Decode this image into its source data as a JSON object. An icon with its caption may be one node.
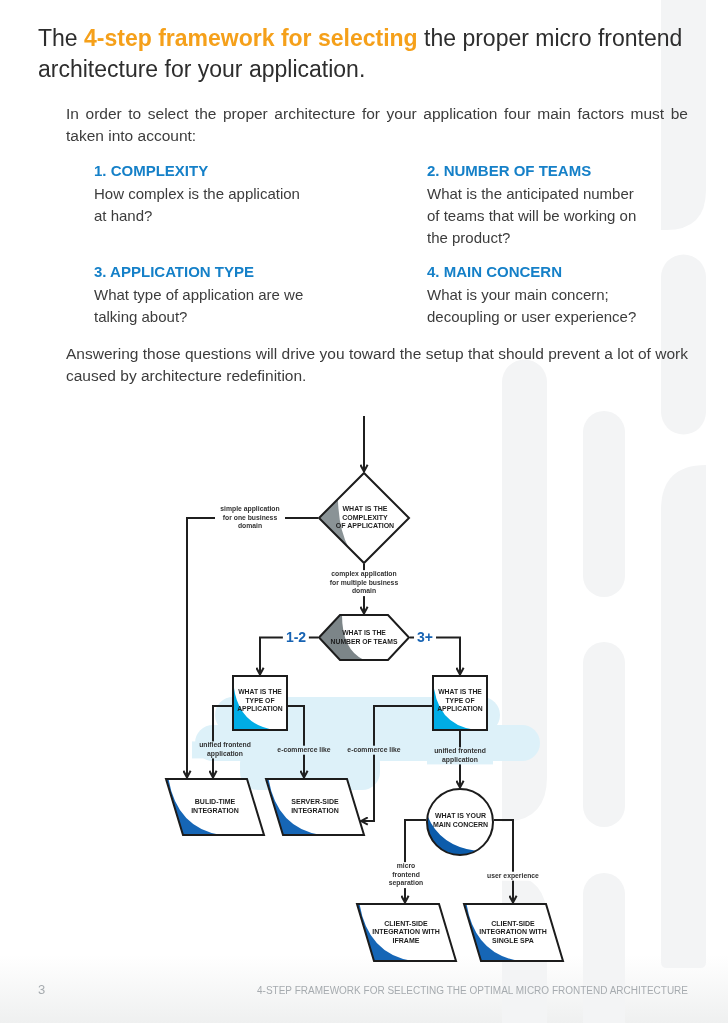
{
  "diagram": {
    "title": "The **4-step framework for selecting** the proper micro frontend architecture for your application.",
    "nodes": [
      {
        "text": [
          "WHAT IS THE COMPLEXITY OF APPLICATION"
        ]
      },
      {
        "text": [
          "WHAT IS THE NUMBER OF TEAMS"
        ]
      },
      {
        "text": [
          "WHAT IS THE TYPE OF APPLICATION"
        ]
      },
      {
        "text": [
          "WHAT IS THE TYPE OF APPLICATION"
        ]
      },
      {
        "text": [
          "BULID-TIME INTEGRATION"
        ]
      },
      {
        "text": [
          "SERVER-SIDE INTEGRATION"
        ]
      },
      {
        "text": [
          "WHAT IS YOUR MAIN CONCERN"
        ]
      },
      {
        "text": [
          "CLIENT-SIDE INTEGRATION WITH IFRAME"
        ]
      },
      {
        "text": [
          "CLIENT-SIDE INTEGRATION WITH SINGLE SPA"
        ]
      }
    ],
    "edges": [
      {
        "from": null,
        "to": 0,
        "arrow": "to"
      },
      {
        "from": 0,
        "to": 4,
        "arrow": "to",
        "label": "simple application for one business domain"
      },
      {
        "from": 0,
        "to": 1,
        "arrow": "to",
        "label": "complex application for multiple business domain"
      },
      {
        "from": 1,
        "to": 2,
        "arrow": "to",
        "label": "1-2"
      },
      {
        "from": 1,
        "to": 3,
        "arrow": "to",
        "label": "3+"
      },
      {
        "from": 2,
        "to": 4,
        "arrow": "to",
        "label": "unified frontend application"
      },
      {
        "from": 2,
        "to": 5,
        "arrow": "to",
        "label": "e-commerce like"
      },
      {
        "from": 3,
        "to": 5,
        "arrow": "to",
        "label": "e-commerce like"
      },
      {
        "from": 3,
        "to": 6,
        "arrow": "to",
        "label": "unified frontend application"
      },
      {
        "from": 6,
        "to": 7,
        "arrow": "to",
        "label": "micro frontend separation"
      },
      {
        "from": 6,
        "to": 8,
        "arrow": "to",
        "label": "user experience"
      }
    ],
    "labels": [
      "In order to select the proper architecture for your application four main factors must be taken into account:",
      "1. COMPLEXITY",
      "How complex is the application at hand?",
      "2. NUMBER OF TEAMS",
      "What is the anticipated number of teams that will be working on the product?",
      "3. APPLICATION TYPE",
      "What type of application are we talking about?",
      "4. MAIN CONCERN",
      "What is your main concern; decoupling or user experience?",
      "Answering those questions will drive you toward the setup that should prevent a lot of work caused by architecture redefinition.",
      "3",
      "4-STEP FRAMEWORK FOR SELECTING THE OPTIMAL MICRO FRONTEND ARCHITECTURE"
    ]
  }
}
